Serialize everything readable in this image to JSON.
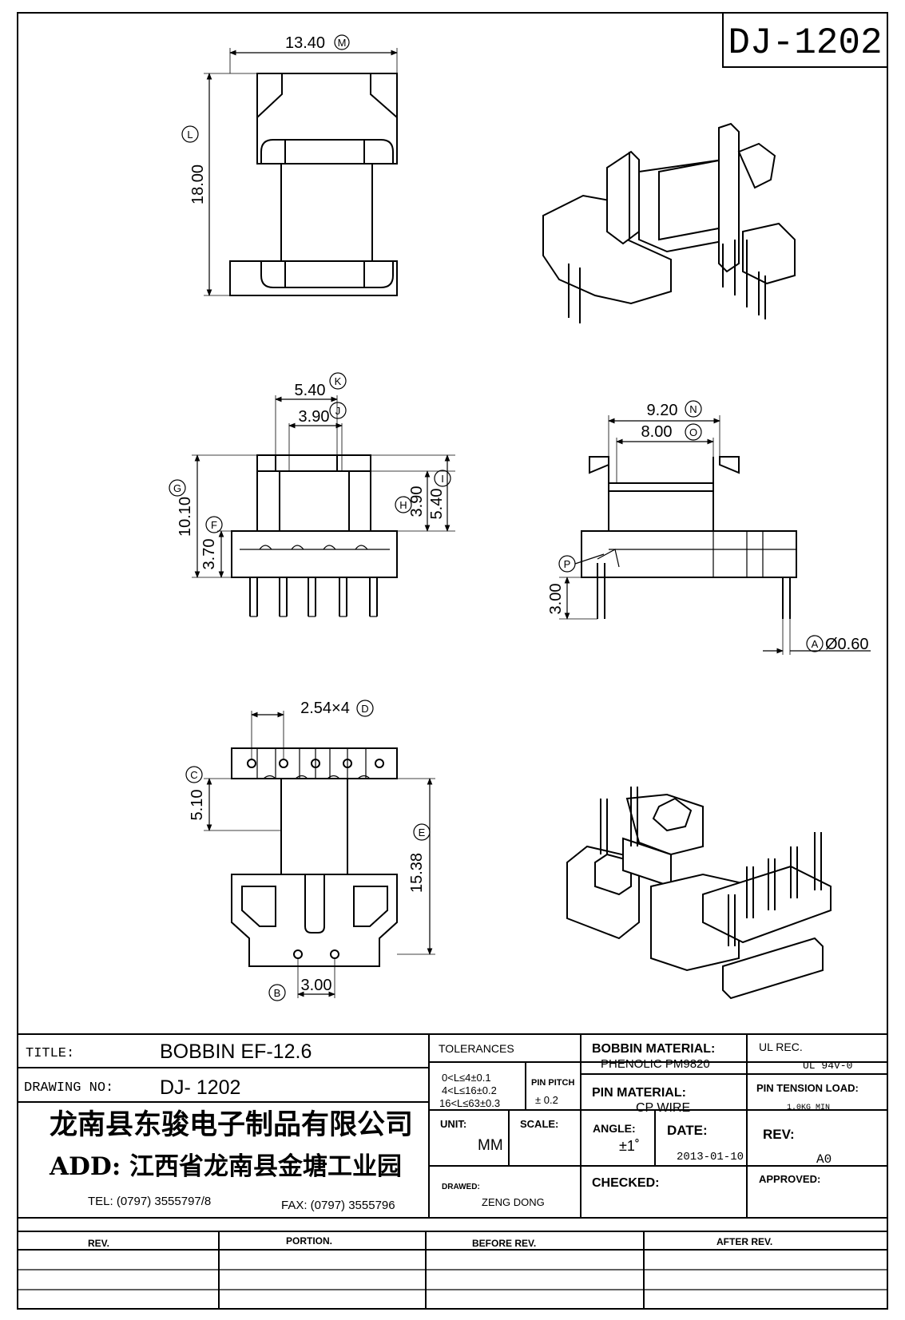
{
  "header": {
    "part_no": "DJ-1202"
  },
  "views": {
    "top": {
      "dim_width": "13.40",
      "tag_width": "M",
      "dim_height": "18.00",
      "tag_height": "L"
    },
    "front": {
      "dim_outer_w": "5.40",
      "tag_outer_w": "K",
      "dim_inner_w": "3.90",
      "tag_inner_w": "J",
      "dim_total_h": "10.10",
      "tag_total_h": "G",
      "dim_base_h": "3.70",
      "tag_base_h": "F",
      "dim_win_h": "3.90",
      "tag_win_h": "H",
      "dim_outer_h": "5.40",
      "tag_outer_h": "I"
    },
    "side": {
      "dim_flange": "9.20",
      "tag_flange": "N",
      "dim_inner": "8.00",
      "tag_inner": "O",
      "tag_pin_len": "P",
      "dim_pin_len": "3.00",
      "tag_pin_dia": "A",
      "dim_pin_dia": "Ø0.60"
    },
    "bottom": {
      "dim_pitch": "2.54×4",
      "tag_pitch": "D",
      "tag_row": "C",
      "dim_row": "5.10",
      "tag_len": "E",
      "dim_len": "15.38",
      "tag_b": "B",
      "dim_b": "3.00"
    }
  },
  "title_block": {
    "title_label": "TITLE:",
    "title_value": "BOBBIN EF-12.6",
    "drawing_no_label": "DRAWING NO:",
    "drawing_no_value": "DJ- 1202",
    "company": "龙南县东骏电子制品有限公司",
    "address": "ADD: 江西省龙南县金塘工业园",
    "tel": "TEL: (0797) 3555797/8",
    "fax": "FAX: (0797) 3555796",
    "tolerances_label": "TOLERANCES",
    "tol_lines": [
      "0<L≤4±0.1",
      "4<L≤16±0.2",
      "16<L≤63±0.3"
    ],
    "pin_pitch_label": "PIN PITCH",
    "pin_pitch_value": "± 0.2",
    "unit_label": "UNIT:",
    "unit_value": "MM",
    "scale_label": "SCALE:",
    "drawer_label": "DRAWED:",
    "drawer_value": "ZENG DONG",
    "bobbin_material_label": "BOBBIN MATERIAL:",
    "bobbin_material_value": "PHENOLIC  PM9820",
    "pin_material_label": "PIN MATERIAL:",
    "pin_material_value": "CP WIRE",
    "angle_label": "ANGLE:",
    "angle_value": "±1˚",
    "date_label": "DATE:",
    "date_value": "2013-01-10",
    "checked_label": "CHECKED:",
    "ul_label": "UL REC.",
    "ul_value": "UL  94V-0",
    "tension_label": "PIN TENSION LOAD:",
    "tension_value": "1.0KG MIN",
    "rev_label": "REV:",
    "rev_value": "A0",
    "approved_label": "APPROVED:"
  },
  "revision_table": {
    "headers": [
      "REV.",
      "PORTION.",
      "BEFORE REV.",
      "AFTER REV."
    ]
  }
}
